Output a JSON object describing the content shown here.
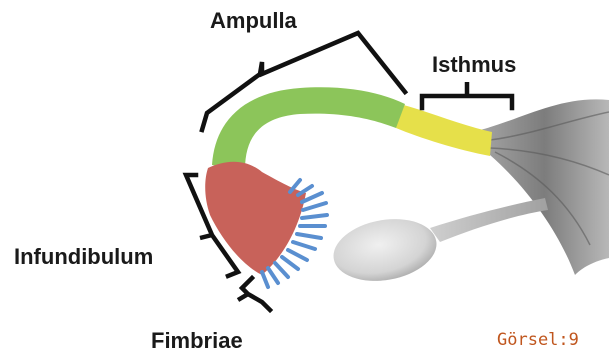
{
  "labels": {
    "ampulla": "Ampulla",
    "isthmus": "Isthmus",
    "infundibulum": "Infundibulum",
    "fimbriae": "Fimbriae"
  },
  "caption": "Görsel:9",
  "colors": {
    "ampulla": "#8cc55a",
    "isthmus": "#e6e04a",
    "infundibulum": "#c8625a",
    "fimbriae": "#5a8fd0",
    "uterus": "#8a8a8a",
    "ovary": "#d2d2d2",
    "bracket": "#111111",
    "caption": "#c0561e"
  }
}
